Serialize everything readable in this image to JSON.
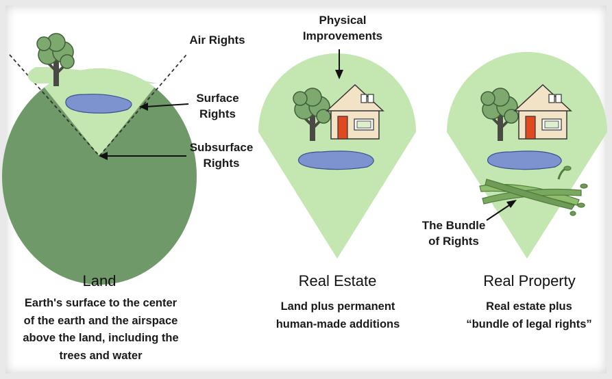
{
  "labels": {
    "air_rights": "Air Rights",
    "surface_rights": "Surface\nRights",
    "subsurface_rights": "Subsurface\nRights",
    "physical_improvements": "Physical\nImprovements",
    "bundle_of_rights": "The Bundle\nof Rights"
  },
  "panels": [
    {
      "title": "Land",
      "description": "Earth's surface to the center\nof the earth and the airspace\nabove the land, including the\ntrees and water"
    },
    {
      "title": "Real Estate",
      "description": "Land plus permanent\nhuman-made additions"
    },
    {
      "title": "Real Property",
      "description": "Real estate plus\n“bundle of legal rights”"
    }
  ],
  "colors": {
    "earth": "#6f9968",
    "wedge": "#c4e6b0",
    "water": "#7d93cf",
    "tree_canopy": "#7da86e",
    "tree_trunk": "#4a4a44",
    "house_wall": "#f3e3c6",
    "door": "#e0481f",
    "sticks": "#7aa85f"
  }
}
